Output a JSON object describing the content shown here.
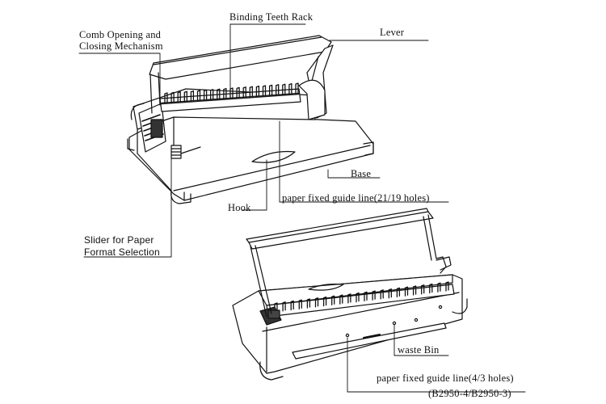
{
  "labels": {
    "binding_teeth_rack": "Binding Teeth Rack",
    "comb_mechanism_line1": "Comb Opening and",
    "comb_mechanism_line2": "Closing  Mechanism",
    "lever": "Lever",
    "base": "Base",
    "hook": "Hook",
    "paper_guide_top": "paper fixed guide line(21/19 holes)",
    "slider_line1": "Slider for Paper",
    "slider_line2": "Format Selection",
    "waste_bin": "waste Bin",
    "paper_guide_bottom": "paper fixed guide line(4/3 holes)",
    "model_numbers": "(B2950-4/B2950-3)"
  },
  "colors": {
    "stroke": "#111111",
    "fill": "#ffffff",
    "dark": "#222222"
  }
}
